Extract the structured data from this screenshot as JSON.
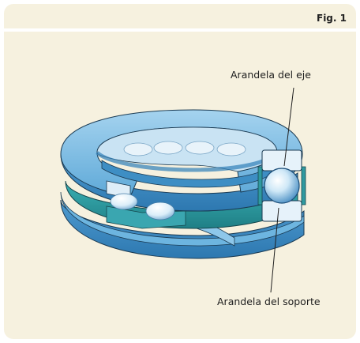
{
  "figure": {
    "tag": "Fig. 1"
  },
  "labels": {
    "shaft_washer": "Arandela del eje",
    "housing_washer": "Arandela del soporte"
  },
  "colors": {
    "panel": "#f6f1df",
    "ring_light": "#8ec7ea",
    "ring_mid": "#5aa9da",
    "ring_dark": "#2f7fb8",
    "cage_green": "#2f9aa0",
    "outline": "#1a3a52",
    "ball": "#d6ecf8"
  }
}
